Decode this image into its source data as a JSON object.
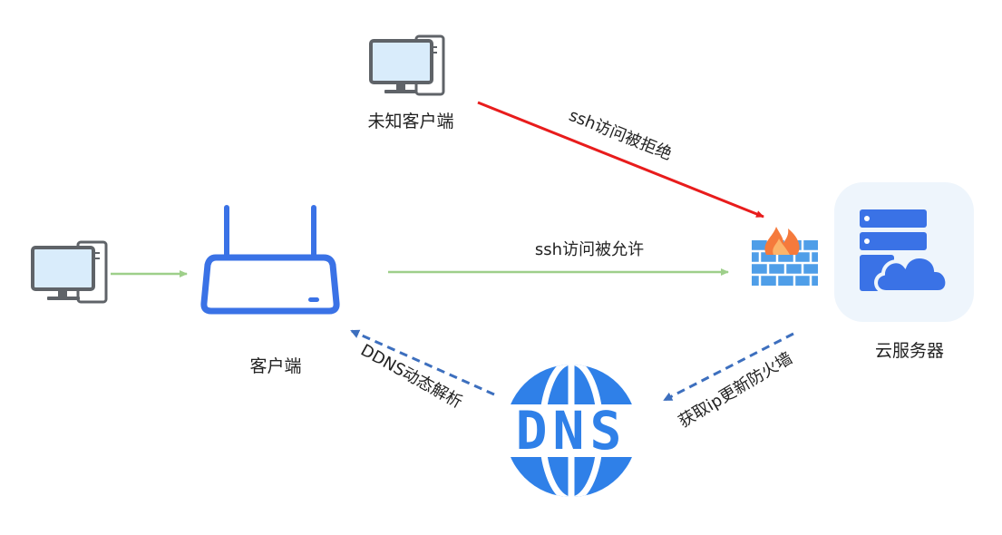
{
  "nodes": {
    "unknown_client": "未知客户端",
    "client": "客户端",
    "cloud_server": "云服务器",
    "dns": "DNS"
  },
  "edges": {
    "ssh_denied": "ssh访问被拒绝",
    "ssh_allowed": "ssh访问被允许",
    "ddns": "DDNS动态解析",
    "update_firewall": "获取ip更新防火墙"
  },
  "colors": {
    "device_blue": "#3a72e6",
    "denied_red": "#e81c1c",
    "allowed_green": "#9ecf8a",
    "dashed_blue": "#3d6fbe",
    "dns_blue": "#2f80e8",
    "firewall_brick": "#4f9ee8",
    "flame_orange": "#f57a3c",
    "monitor_gray": "#5f6368",
    "screen_blue": "#d9ecfb",
    "server_bg": "#eef5fc"
  }
}
